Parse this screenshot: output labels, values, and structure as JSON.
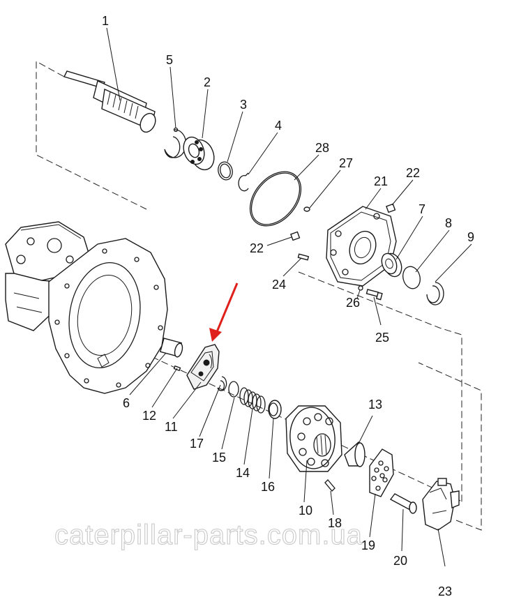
{
  "diagram": {
    "callouts": [
      {
        "id": "1",
        "text": "1"
      },
      {
        "id": "2",
        "text": "2"
      },
      {
        "id": "3",
        "text": "3"
      },
      {
        "id": "4",
        "text": "4"
      },
      {
        "id": "5",
        "text": "5"
      },
      {
        "id": "6",
        "text": "6"
      },
      {
        "id": "7",
        "text": "7"
      },
      {
        "id": "8",
        "text": "8"
      },
      {
        "id": "9",
        "text": "9"
      },
      {
        "id": "10",
        "text": "10"
      },
      {
        "id": "11",
        "text": "11"
      },
      {
        "id": "12",
        "text": "12"
      },
      {
        "id": "13",
        "text": "13"
      },
      {
        "id": "14",
        "text": "14"
      },
      {
        "id": "15",
        "text": "15"
      },
      {
        "id": "16",
        "text": "16"
      },
      {
        "id": "17",
        "text": "17"
      },
      {
        "id": "18",
        "text": "18"
      },
      {
        "id": "19",
        "text": "19"
      },
      {
        "id": "20",
        "text": "20"
      },
      {
        "id": "21",
        "text": "21"
      },
      {
        "id": "22a",
        "text": "22"
      },
      {
        "id": "22b",
        "text": "22"
      },
      {
        "id": "23",
        "text": "23"
      },
      {
        "id": "24",
        "text": "24"
      },
      {
        "id": "25",
        "text": "25"
      },
      {
        "id": "26",
        "text": "26"
      },
      {
        "id": "27",
        "text": "27"
      },
      {
        "id": "28",
        "text": "28"
      }
    ],
    "highlight_arrow_color": "#e0201b",
    "highlighted_part": "11"
  },
  "watermark": {
    "text": "caterpillar-parts.com.ua"
  }
}
